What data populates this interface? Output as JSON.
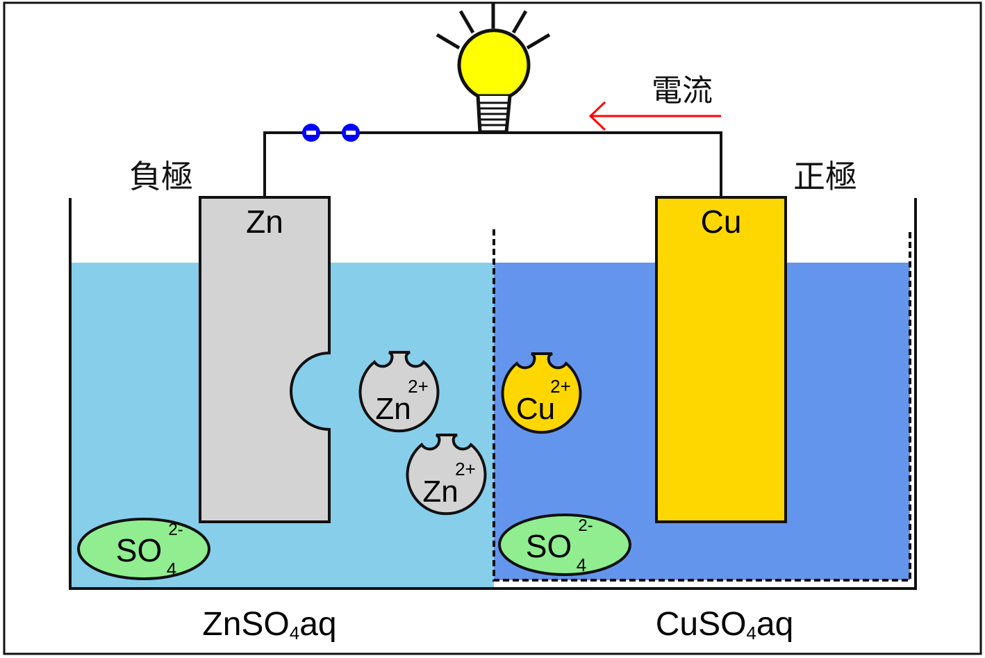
{
  "title": "Daniell cell diagram",
  "labels": {
    "current": "電流",
    "negative_electrode": "負極",
    "positive_electrode": "正極",
    "zn_electrode": "Zn",
    "cu_electrode": "Cu",
    "left_solution": {
      "main": "ZnSO",
      "sub": "4",
      "suffix": "aq"
    },
    "right_solution": {
      "main": "CuSO",
      "sub": "4",
      "suffix": "aq"
    }
  },
  "ions": {
    "zn_ion": {
      "symbol": "Zn",
      "charge": "2+"
    },
    "cu_ion": {
      "symbol": "Cu",
      "charge": "2+"
    },
    "sulfate": {
      "symbol": "SO",
      "sub": "4",
      "charge": "2-"
    }
  },
  "electrons": {
    "count": 2,
    "sign": "−"
  },
  "colors": {
    "zn_solution": "#87ceeb",
    "cu_solution": "#6495ed",
    "zinc": "#d3d3d3",
    "copper": "#ffd700",
    "sulfate": "#90ee90",
    "bulb": "#ffff00",
    "electron": "#0000ff",
    "current_arrow": "#ff0000"
  }
}
